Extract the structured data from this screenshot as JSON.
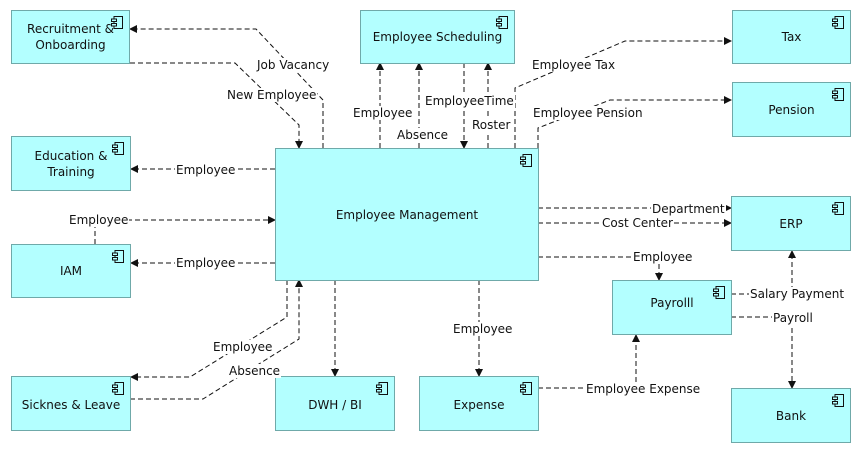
{
  "diagram": {
    "type": "application-component-diagram",
    "node_fill": "#b3ffff",
    "node_border": "#6fa9a9",
    "nodes": {
      "recruitment": {
        "label": "Recruitment &\nOnboarding",
        "icon": "component-icon"
      },
      "scheduling": {
        "label": "Employee Scheduling",
        "icon": "component-icon"
      },
      "tax": {
        "label": "Tax",
        "icon": "component-icon"
      },
      "pension": {
        "label": "Pension",
        "icon": "component-icon"
      },
      "education": {
        "label": "Education & Training",
        "icon": "component-icon"
      },
      "management": {
        "label": "Employee Management",
        "icon": "component-icon"
      },
      "erp": {
        "label": "ERP",
        "icon": "component-icon"
      },
      "iam": {
        "label": "IAM",
        "icon": "component-icon"
      },
      "payroll": {
        "label": "Payrolll",
        "icon": "component-icon"
      },
      "sickness": {
        "label": "Sicknes & Leave",
        "icon": "component-icon"
      },
      "dwh": {
        "label": "DWH / BI",
        "icon": "component-icon"
      },
      "expense": {
        "label": "Expense",
        "icon": "component-icon"
      },
      "bank": {
        "label": "Bank",
        "icon": "component-icon"
      }
    },
    "edges": {
      "job_vacancy": {
        "label": "Job Vacancy",
        "from": "Employee Management",
        "to": "Recruitment & Onboarding"
      },
      "new_employee": {
        "label": "New Employee",
        "from": "Recruitment & Onboarding",
        "to": "Employee Management"
      },
      "sched_employee": {
        "label": "Employee",
        "from": "Employee Management",
        "to": "Employee Scheduling"
      },
      "sched_absence": {
        "label": "Absence",
        "from": "Employee Management",
        "to": "Employee Scheduling"
      },
      "sched_time": {
        "label": "EmployeeTime",
        "from": "Employee Scheduling",
        "to": "Employee Management"
      },
      "sched_roster": {
        "label": "Roster",
        "from": "Employee Management",
        "to": "Employee Scheduling"
      },
      "emp_tax": {
        "label": "Employee Tax",
        "from": "Employee Management",
        "to": "Tax"
      },
      "emp_pension": {
        "label": "Employee Pension",
        "from": "Employee Management",
        "to": "Pension"
      },
      "edu_employee": {
        "label": "Employee",
        "from": "Employee Management",
        "to": "Education & Training"
      },
      "iam_to_mgmt": {
        "label": "Employee",
        "from": "IAM",
        "to": "Employee Management"
      },
      "mgmt_to_iam": {
        "label": "Employee",
        "from": "Employee Management",
        "to": "IAM"
      },
      "department": {
        "label": "Department",
        "from": "Employee Management",
        "to": "ERP"
      },
      "cost_center": {
        "label": "Cost Center",
        "from": "Employee Management",
        "to": "ERP"
      },
      "payroll_employee": {
        "label": "Employee",
        "from": "Employee Management",
        "to": "Payrolll"
      },
      "salary_payment": {
        "label": "Salary Payment",
        "from": "Payrolll",
        "to": "ERP"
      },
      "payroll_bank": {
        "label": "Payroll",
        "from": "Payrolll",
        "to": "Bank"
      },
      "sick_employee": {
        "label": "Employee",
        "from": "Employee Management",
        "to": "Sicknes & Leave"
      },
      "sick_absence": {
        "label": "Absence",
        "from": "Sicknes & Leave",
        "to": "Employee Management"
      },
      "expense_employee": {
        "label": "Employee",
        "from": "Employee Management",
        "to": "Expense"
      },
      "employee_expense": {
        "label": "Employee Expense",
        "from": "Expense",
        "to": "Payrolll"
      },
      "dwh_link": {
        "label": "",
        "from": "Employee Management",
        "to": "DWH / BI"
      }
    }
  }
}
